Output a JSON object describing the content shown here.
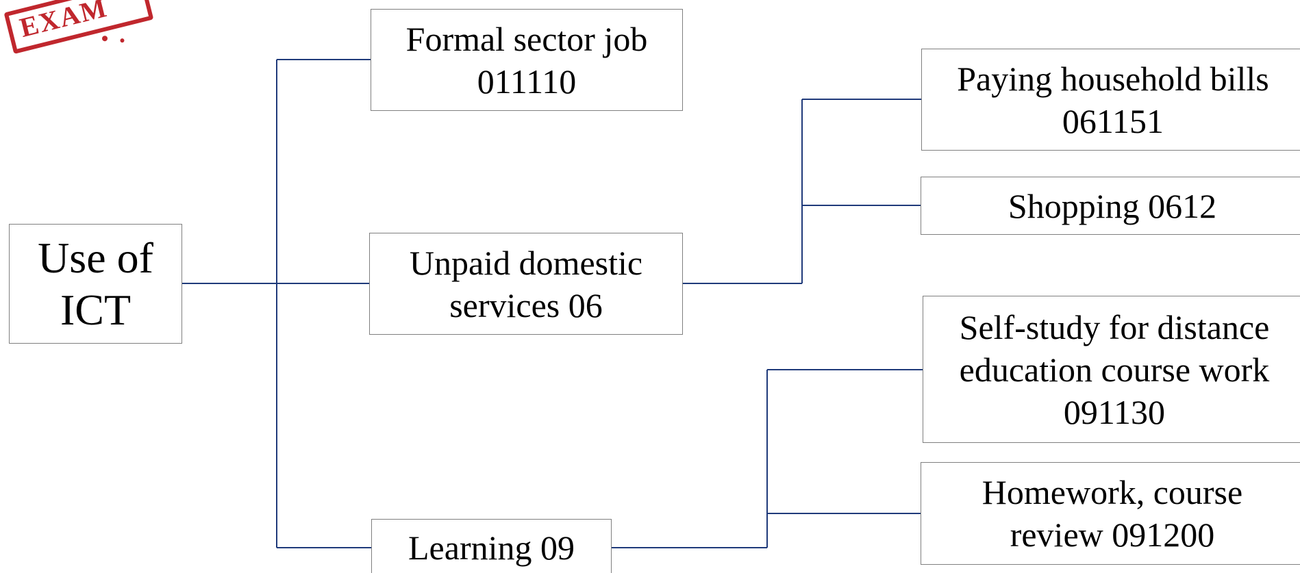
{
  "stamp": {
    "text": "EXAM",
    "color": "#c0272d"
  },
  "colors": {
    "connector": "#1f3a7a",
    "box_border": "#7f7f7f",
    "text": "#000000"
  },
  "tree": {
    "root": "Use of\nICT",
    "branches": {
      "formal": "Formal sector job\n011110",
      "unpaid": "Unpaid domestic\nservices 06",
      "learning": "Learning 09"
    },
    "unpaid_children": {
      "bills": "Paying household bills\n061151",
      "shopping": "Shopping 0612"
    },
    "learning_children": {
      "selfstudy": "Self-study for distance\neducation course work\n091130",
      "homework": "Homework, course\nreview 091200"
    }
  }
}
